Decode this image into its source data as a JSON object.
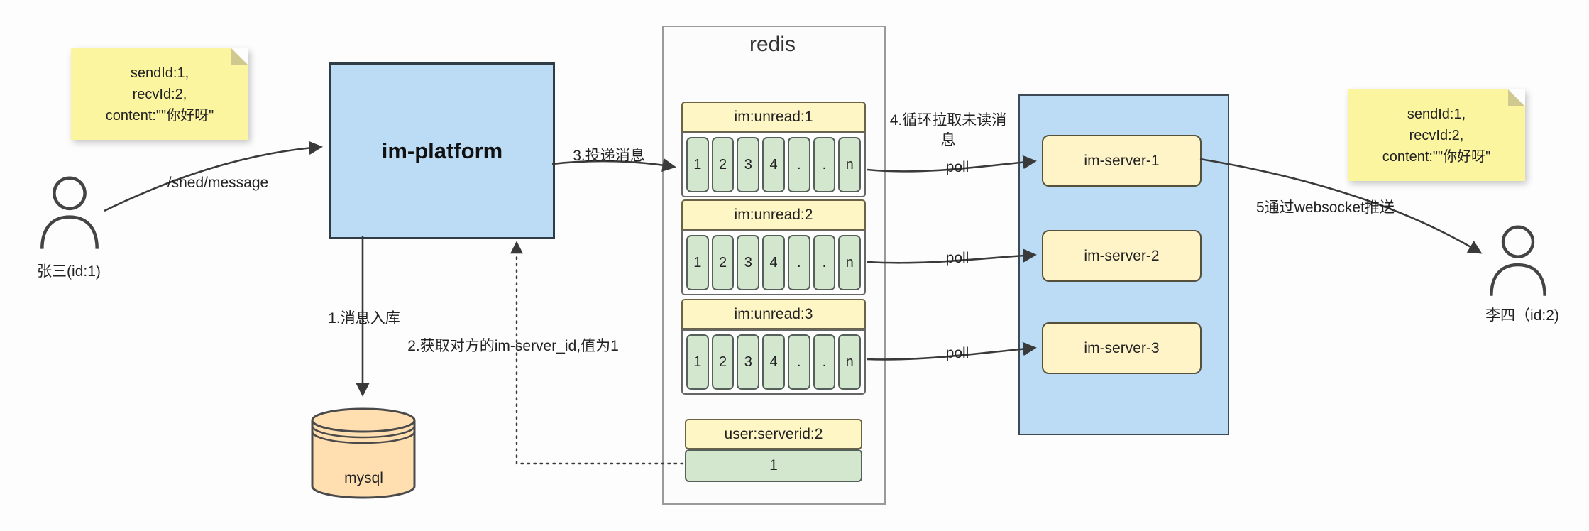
{
  "notes": {
    "left": {
      "line1": "sendId:1,",
      "line2": "recvId:2,",
      "line3": "content:\"\"你好呀\""
    },
    "right": {
      "line1": "sendId:1,",
      "line2": "recvId:2,",
      "line3": "content:\"\"你好呀\""
    }
  },
  "actors": {
    "sender": {
      "label": "张三(id:1)"
    },
    "receiver": {
      "label": "李四（id:2)"
    }
  },
  "platform": {
    "label": "im-platform"
  },
  "database": {
    "label": "mysql"
  },
  "redis": {
    "title": "redis",
    "queues": [
      {
        "name": "im:unread:1",
        "cells": [
          "1",
          "2",
          "3",
          "4",
          ".",
          ".",
          "n"
        ]
      },
      {
        "name": "im:unread:2",
        "cells": [
          "1",
          "2",
          "3",
          "4",
          ".",
          ".",
          "n"
        ]
      },
      {
        "name": "im:unread:3",
        "cells": [
          "1",
          "2",
          "3",
          "4",
          ".",
          ".",
          "n"
        ]
      }
    ],
    "kv": {
      "key": "user:serverid:2",
      "value": "1"
    }
  },
  "servers": [
    {
      "label": "im-server-1"
    },
    {
      "label": "im-server-2"
    },
    {
      "label": "im-server-3"
    }
  ],
  "flow_labels": {
    "send_endpoint": "/sned/message",
    "step1": "1.消息入库",
    "step2": "2.获取对方的im-server_id,值为1",
    "step3": "3.投递消息",
    "step4": "4.循环拉取未读消息",
    "step5": "5通过websocket推送",
    "poll": "poll"
  },
  "colors": {
    "note": "#fbf5a0",
    "blue_fill": "#bcdcf5",
    "yellow_fill": "#fff3c8",
    "green_fill": "#d3e7cf",
    "orange_fill": "#ffdfb0",
    "stroke": "#3a3a3a"
  }
}
